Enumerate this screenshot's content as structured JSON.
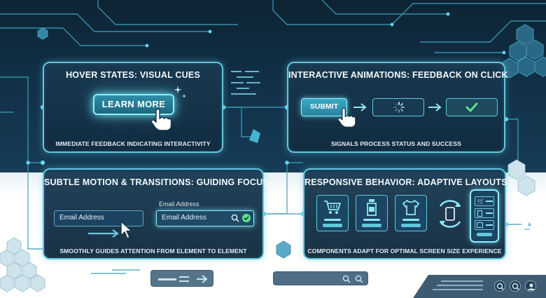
{
  "cards": {
    "hover": {
      "title": "HOVER STATES: VISUAL CUES",
      "button_label": "LEARN MORE",
      "caption": "IMMEDIATE FEEDBACK INDICATING INTERACTIVITY"
    },
    "interactive": {
      "title": "INTERACTIVE ANIMATIONS: FEEDBACK ON CLICK",
      "button_label": "SUBMIT",
      "caption": "SIGNALS PROCESS STATUS AND SUCCESS"
    },
    "motion": {
      "title": "SUBTLE MOTION & TRANSITIONS: GUIDING FOCUS",
      "field_placeholder": "Email Address",
      "floating_label": "Email Address",
      "focused_value": "Email Address",
      "caption": "SMOOTHLY GUIDES ATTENTION FROM ELEMENT TO ELEMENT"
    },
    "responsive": {
      "title": "RESPONSIVE BEHAVIOR: ADAPTIVE LAYOUTS",
      "caption": "COMPONENTS ADAPT FOR OPTIMAL SCREEN SIZE EXPERIENCE",
      "tiles": [
        "cart-icon",
        "bottle-icon",
        "tshirt-icon"
      ]
    }
  },
  "icons": [
    "cursor-hand-icon",
    "arrow-right-icon",
    "spinner-icon",
    "checkmark-icon",
    "cursor-arrow-icon",
    "search-icon",
    "check-circle-icon",
    "phone-icon",
    "rotate-arrows-icon",
    "user-icon"
  ],
  "colors": {
    "accent": "#5fc8de",
    "glow": "#8ff0ff",
    "background_dark": "#0d2434",
    "success": "#5fe08a"
  }
}
